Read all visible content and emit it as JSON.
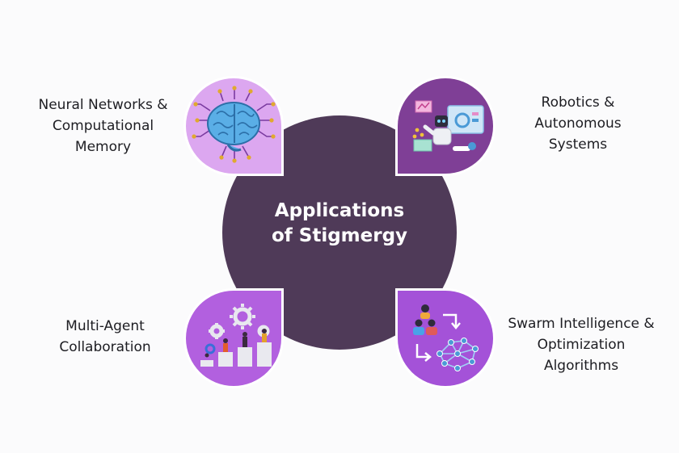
{
  "diagram": {
    "center": {
      "line1": "Applications",
      "line2": "of Stigmergy"
    },
    "applications": [
      {
        "line1": "Neural Networks &",
        "line2": "Computational",
        "line3": "Memory",
        "icon": "brain-circuit-icon"
      },
      {
        "line1": "Robotics &",
        "line2": "Autonomous",
        "line3": "Systems",
        "icon": "robot-icon"
      },
      {
        "line1": "Multi-Agent",
        "line2": "Collaboration",
        "icon": "teamwork-gears-icon"
      },
      {
        "line1": "Swarm Intelligence &",
        "line2": "Optimization",
        "line3": "Algorithms",
        "icon": "network-optimization-icon"
      }
    ],
    "colors": {
      "center": "#4f3a58",
      "neural_tile": "#dca7f0",
      "robotics_tile": "#7f3f96",
      "multi_agent_tile": "#b260df",
      "swarm_tile": "#a452d8",
      "background": "#fbfbfc"
    }
  }
}
